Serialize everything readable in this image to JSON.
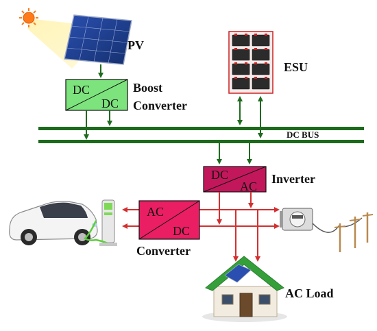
{
  "labels": {
    "pv": "PV",
    "esu": "ESU",
    "boost_line1": "Boost",
    "boost_line2": "Converter",
    "dc_bus": "DC BUS",
    "inverter": "Inverter",
    "converter": "Converter",
    "ac_load": "AC Load"
  },
  "boxes": {
    "boost": {
      "top": "DC",
      "bottom": "DC"
    },
    "inverter": {
      "top": "DC",
      "bottom": "AC"
    },
    "acdc": {
      "top": "AC",
      "bottom": "DC"
    }
  },
  "colors": {
    "boost_fill": "#7de37d",
    "inverter_fill": "#c2185b",
    "acdc_fill": "#e91e63",
    "dc_line": "#1f6b1f",
    "ac_line": "#d32f2f",
    "bus_green": "#1d6a1d"
  },
  "icons": [
    "sun-icon",
    "solar-panel-icon",
    "battery-bank-icon",
    "electric-car-icon",
    "charging-station-icon",
    "meter-icon",
    "power-pole-icon",
    "house-icon"
  ]
}
